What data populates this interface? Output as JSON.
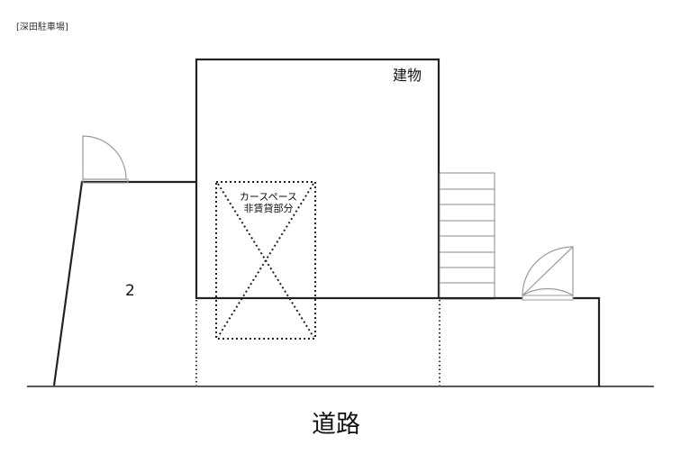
{
  "caption": "[深田駐車場]",
  "building": {
    "label": "建物"
  },
  "car_space": {
    "line1": "カースペース",
    "line2": "非賃貸部分"
  },
  "lot": {
    "number": "2"
  },
  "road": {
    "label": "道路"
  },
  "colors": {
    "line": "#222222",
    "stairs": "#888888",
    "door": "#9a9a9a"
  }
}
